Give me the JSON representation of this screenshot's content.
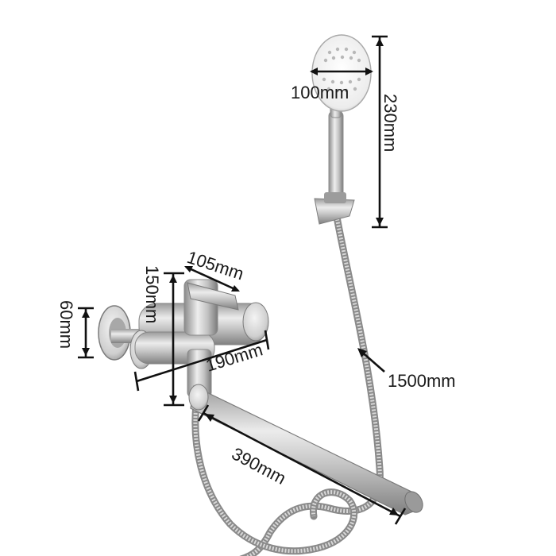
{
  "dimensions": {
    "shower_head_width": "100mm",
    "shower_head_height": "230mm",
    "hose_length": "1500mm",
    "flange_diameter": "60mm",
    "mixer_height": "150mm",
    "lever_length": "105mm",
    "body_width": "190mm",
    "spout_length": "390mm"
  },
  "colors": {
    "steel_light": "#e4e4e4",
    "steel_mid": "#b9b9b9",
    "steel_dark": "#7d7d7d",
    "dimension_line": "#111111"
  }
}
